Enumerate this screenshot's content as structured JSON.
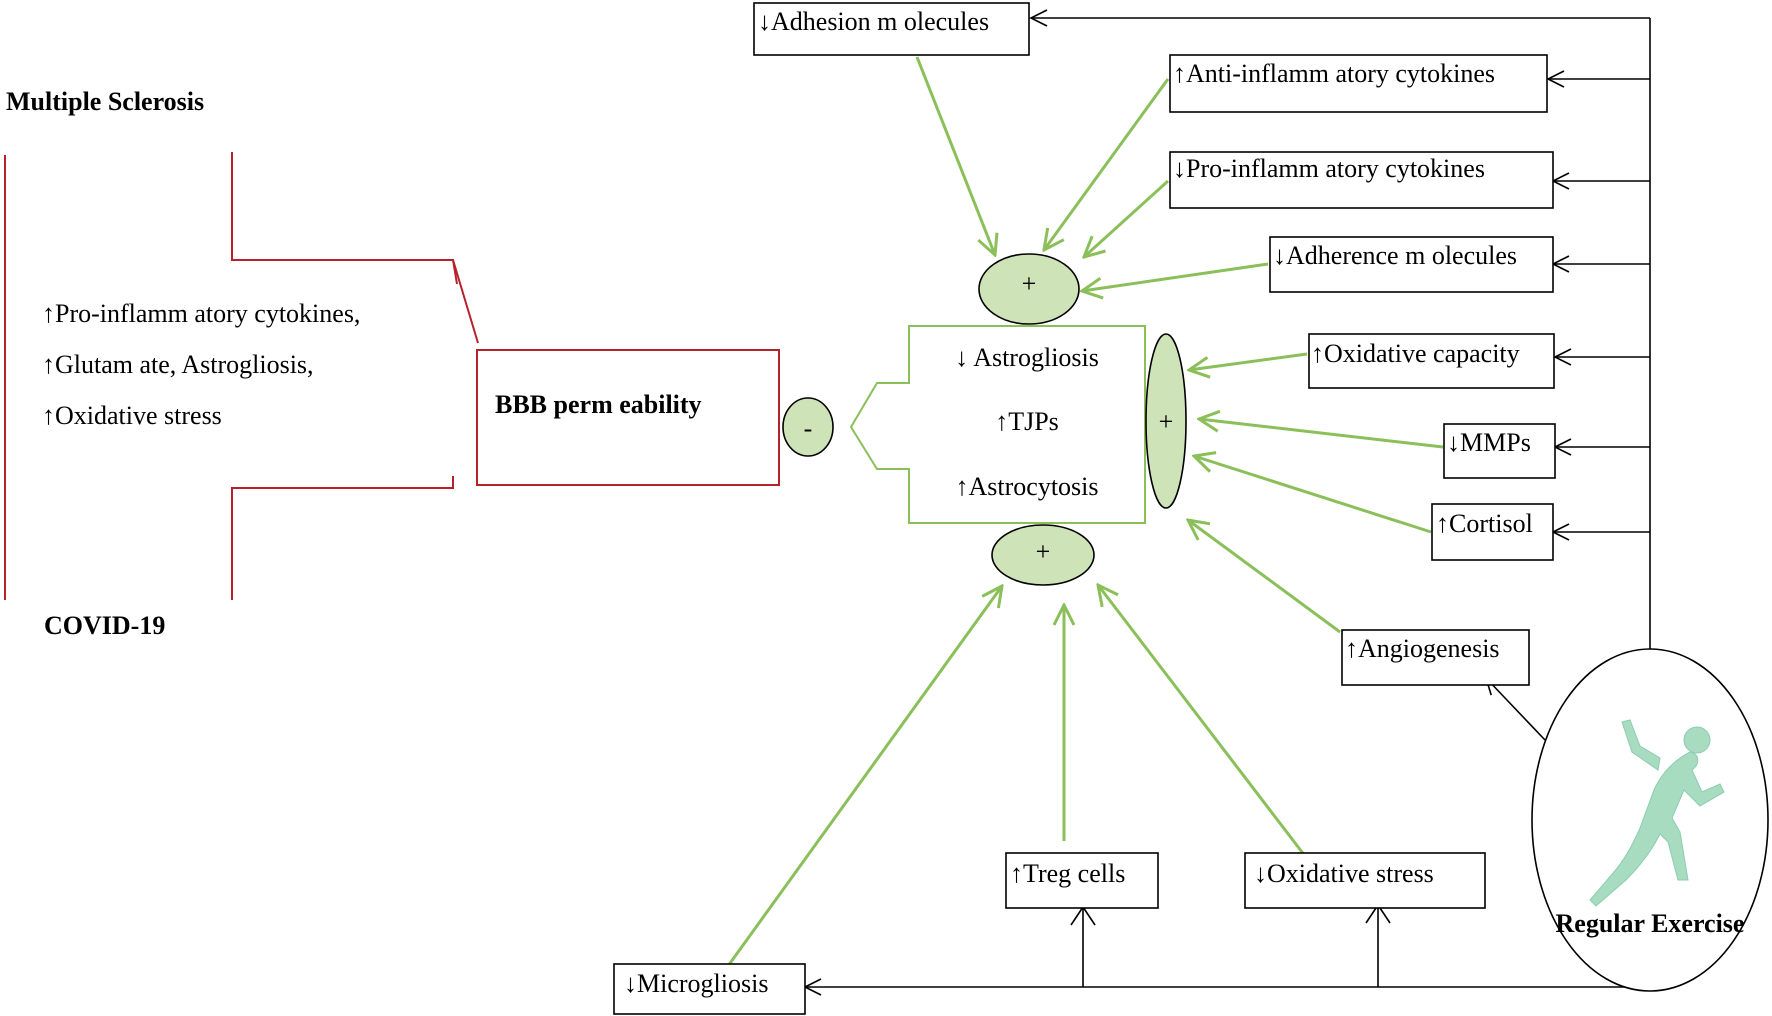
{
  "left": {
    "top_label": "Multiple Sclerosis",
    "bottom_label": "COVID-19",
    "factor_lines": [
      "↑Pro-inflamm atory cytokines,",
      "↑Glutam ate, Astrogliosis,",
      "↑Oxidative stress"
    ],
    "bbb_label": "BBB perm eability",
    "minus_sign": "-"
  },
  "center": {
    "lines": [
      "↓ Astrogliosis",
      "↑TJPs",
      "↑Astrocytosis"
    ],
    "plus_sign": "+"
  },
  "effects": {
    "adhesion": "↓Adhesion m olecules",
    "anti_inflammatory": "↑Anti-inflamm atory cytokines",
    "pro_inflammatory": "↓Pro-inflamm atory cytokines",
    "adherence": "↓Adherence m olecules",
    "oxidative_capacity": "↑Oxidative capacity",
    "mmps": "↓MMPs",
    "cortisol": "↑Cortisol",
    "angiogenesis": "↑Angiogenesis",
    "treg": "↑Treg cells",
    "oxidative_stress": "↓Oxidative stress",
    "microgliosis": "↓Microgliosis"
  },
  "exercise": {
    "label": "Regular Exercise",
    "icon": "runner-icon"
  },
  "colors": {
    "green_line": "#8bbf5a",
    "green_fill": "#cfe3b8",
    "red_line": "#b5222a",
    "runner": "#a8dcc0"
  }
}
